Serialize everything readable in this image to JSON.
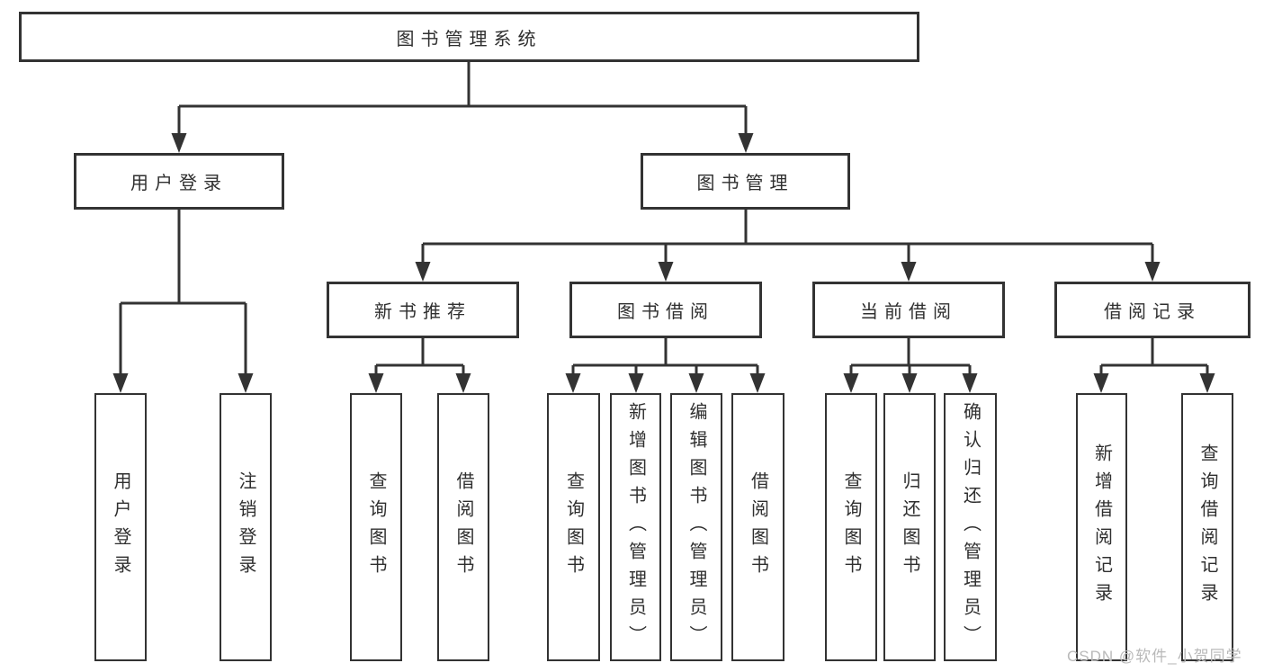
{
  "tree": {
    "root_label": "图书管理系统",
    "branches": [
      {
        "label": "用户登录",
        "children": [
          {
            "label": "用户登录"
          },
          {
            "label": "注销登录"
          }
        ]
      },
      {
        "label": "图书管理",
        "children": [
          {
            "label": "新书推荐",
            "children": [
              {
                "label": "查询图书"
              },
              {
                "label": "借阅图书"
              }
            ]
          },
          {
            "label": "图书借阅",
            "children": [
              {
                "label": "查询图书"
              },
              {
                "label": "新增图书（管理员）"
              },
              {
                "label": "编辑图书（管理员）"
              },
              {
                "label": "借阅图书"
              }
            ]
          },
          {
            "label": "当前借阅",
            "children": [
              {
                "label": "查询图书"
              },
              {
                "label": "归还图书"
              },
              {
                "label": "确认归还（管理员）"
              }
            ]
          },
          {
            "label": "借阅记录",
            "children": [
              {
                "label": "新增借阅记录"
              },
              {
                "label": "查询借阅记录"
              }
            ]
          }
        ]
      }
    ]
  },
  "watermark": {
    "text": "CSDN @软件_小贺同学",
    "color": "#b9b9b9"
  },
  "colors": {
    "line": "#333333",
    "box_border": "#333333",
    "text": "#2f2f2f",
    "background": "#ffffff"
  }
}
